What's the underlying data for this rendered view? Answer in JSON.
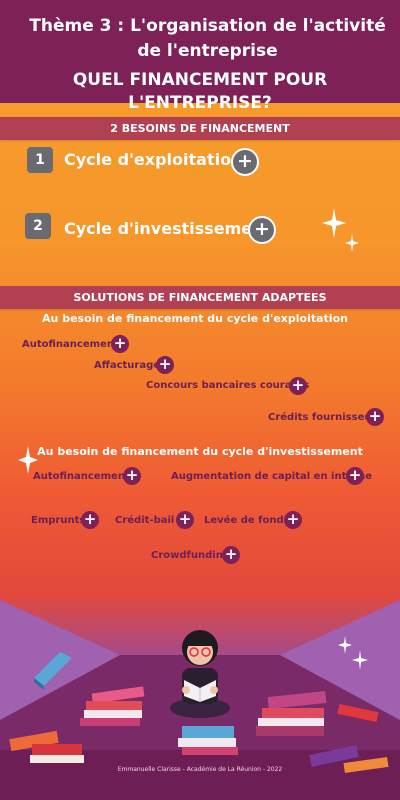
{
  "header": {
    "theme_title": "Thème 3 : L'organisation de l'activité de l'entreprise",
    "main_title_line1": "QUEL FINANCEMENT POUR",
    "main_title_line2": "L'ENTREPRISE?"
  },
  "needs_band": {
    "title": "2 BESOINS DE FINANCEMENT"
  },
  "cycles": [
    {
      "number": "1",
      "label": "Cycle d'exploitation"
    },
    {
      "number": "2",
      "label": "Cycle d'investissement"
    }
  ],
  "solutions_band": {
    "title": "SOLUTIONS DE FINANCEMENT ADAPTEES"
  },
  "exploitation": {
    "heading": "Au besoin de financement du cycle d'exploitation",
    "items": [
      "Autofinancement",
      "Affacturage",
      "Concours bancaires courants",
      "Crédits fournisseurs"
    ]
  },
  "investissement": {
    "heading": "Au besoin de financement du cycle d'investissement",
    "items": [
      "Autofinancement",
      "Augmentation de capital en interne",
      "Emprunts",
      "Crédit-bail",
      "Levée de fonds",
      "Crowdfunding"
    ]
  },
  "plus_symbol": "+",
  "footer": {
    "credit": "Emmanuelle Clarisse - Académie de La Réunion - 2022"
  },
  "colors": {
    "header_bg": "#7d2157",
    "band_bg": "#b04052",
    "plus_bg": "#7d2157",
    "number_box": "#6a6a72",
    "item_text": "#6a2055"
  },
  "icons": [
    "plus-icon",
    "sparkle-icon",
    "book-icon",
    "reading-girl-illustration"
  ]
}
